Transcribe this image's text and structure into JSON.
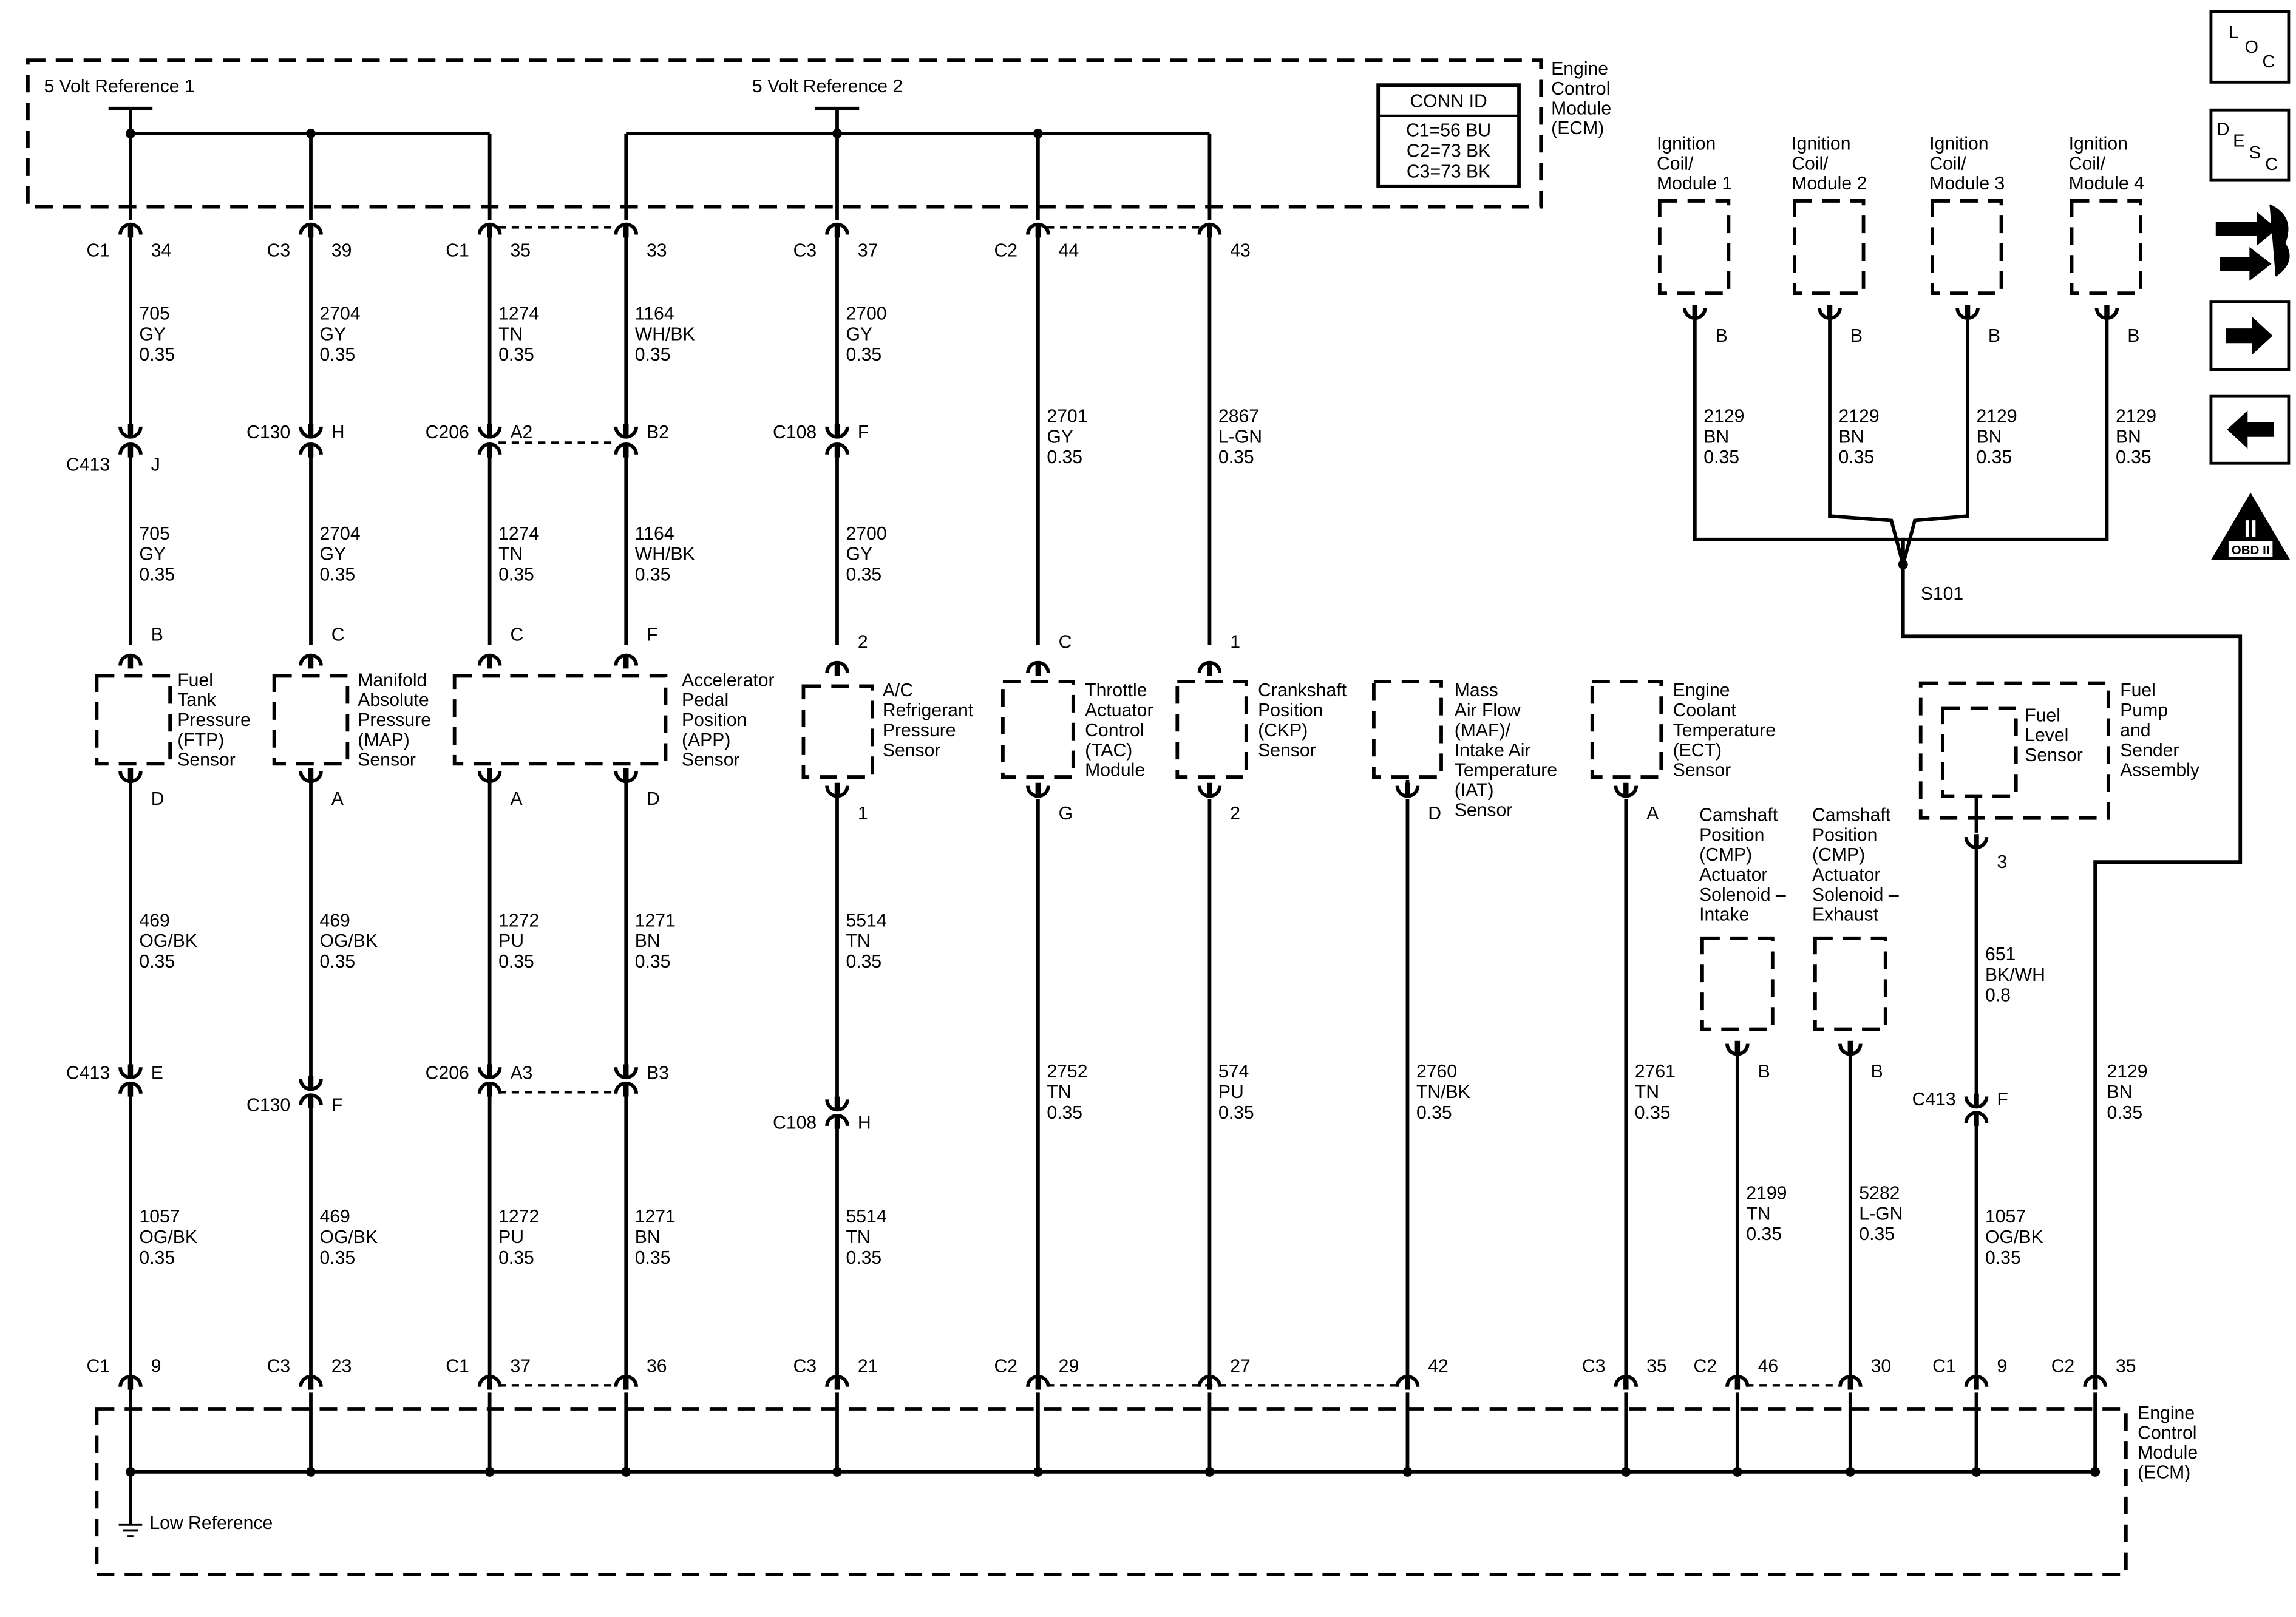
{
  "top_ecm": {
    "label_lines": [
      "Engine",
      "Control",
      "Module",
      "(ECM)"
    ],
    "ref1": "5 Volt Reference 1",
    "ref2": "5 Volt Reference 2",
    "conn_id": {
      "title": "CONN ID",
      "lines": [
        "C1=56 BU",
        "C2=73 BK",
        "C3=73 BK"
      ]
    }
  },
  "bottom_ecm": {
    "label_lines": [
      "Engine",
      "Control",
      "Module",
      "(ECM)"
    ],
    "low_reference": "Low Reference"
  },
  "top_pins": [
    {
      "conn": "C1",
      "pin": "34"
    },
    {
      "conn": "C3",
      "pin": "39"
    },
    {
      "conn": "C1",
      "pin": "35"
    },
    {
      "conn": "",
      "pin": "33"
    },
    {
      "conn": "C3",
      "pin": "37"
    },
    {
      "conn": "C2",
      "pin": "44"
    },
    {
      "conn": "",
      "pin": "43"
    }
  ],
  "upper_wires": [
    {
      "circuit": "705",
      "color": "GY",
      "gauge": "0.35"
    },
    {
      "circuit": "2704",
      "color": "GY",
      "gauge": "0.35"
    },
    {
      "circuit": "1274",
      "color": "TN",
      "gauge": "0.35"
    },
    {
      "circuit": "1164",
      "color": "WH/BK",
      "gauge": "0.35"
    },
    {
      "circuit": "2700",
      "color": "GY",
      "gauge": "0.35"
    },
    {
      "circuit": "2701",
      "color": "GY",
      "gauge": "0.35"
    },
    {
      "circuit": "2867",
      "color": "L-GN",
      "gauge": "0.35"
    }
  ],
  "inline_upper": [
    {
      "conn": "C413",
      "pin": "J"
    },
    {
      "conn": "C130",
      "pin": "H"
    },
    {
      "conn": "C206",
      "pin": "A2"
    },
    {
      "conn": "",
      "pin": "B2"
    },
    {
      "conn": "C108",
      "pin": "F"
    }
  ],
  "mid_wires": [
    {
      "circuit": "705",
      "color": "GY",
      "gauge": "0.35"
    },
    {
      "circuit": "2704",
      "color": "GY",
      "gauge": "0.35"
    },
    {
      "circuit": "1274",
      "color": "TN",
      "gauge": "0.35"
    },
    {
      "circuit": "1164",
      "color": "WH/BK",
      "gauge": "0.35"
    },
    {
      "circuit": "2700",
      "color": "GY",
      "gauge": "0.35"
    }
  ],
  "sensor_top_pins": [
    "B",
    "C",
    "C",
    "F",
    "2",
    "C",
    "1"
  ],
  "sensor_bottom_pins": [
    "D",
    "A",
    "A",
    "D",
    "1",
    "G",
    "2",
    "D",
    "A"
  ],
  "sensors": [
    {
      "lines": [
        "Fuel",
        "Tank",
        "Pressure",
        "(FTP)",
        "Sensor"
      ]
    },
    {
      "lines": [
        "Manifold",
        "Absolute",
        "Pressure",
        "(MAP)",
        "Sensor"
      ]
    },
    {
      "lines": [
        "Accelerator",
        "Pedal",
        "Position",
        "(APP)",
        "Sensor"
      ]
    },
    {
      "lines": [
        "A/C",
        "Refrigerant",
        "Pressure",
        "Sensor"
      ]
    },
    {
      "lines": [
        "Throttle",
        "Actuator",
        "Control",
        "(TAC)",
        "Module"
      ]
    },
    {
      "lines": [
        "Crankshaft",
        "Position",
        "(CKP)",
        "Sensor"
      ]
    },
    {
      "lines": [
        "Mass",
        "Air Flow",
        "(MAF)/",
        "Intake Air",
        "Temperature",
        "(IAT)",
        "Sensor"
      ]
    },
    {
      "lines": [
        "Engine",
        "Coolant",
        "Temperature",
        "(ECT)",
        "Sensor"
      ]
    }
  ],
  "lower_wires_a": [
    {
      "circuit": "469",
      "color": "OG/BK",
      "gauge": "0.35"
    },
    {
      "circuit": "469",
      "color": "OG/BK",
      "gauge": "0.35"
    },
    {
      "circuit": "1272",
      "color": "PU",
      "gauge": "0.35"
    },
    {
      "circuit": "1271",
      "color": "BN",
      "gauge": "0.35"
    },
    {
      "circuit": "5514",
      "color": "TN",
      "gauge": "0.35"
    }
  ],
  "inline_lower": [
    {
      "conn": "C413",
      "pin": "E"
    },
    {
      "conn": "C130",
      "pin": "F"
    },
    {
      "conn": "C206",
      "pin": "A3"
    },
    {
      "conn": "",
      "pin": "B3"
    },
    {
      "conn": "C108",
      "pin": "H"
    }
  ],
  "lower_wires_b": [
    {
      "circuit": "1057",
      "color": "OG/BK",
      "gauge": "0.35"
    },
    {
      "circuit": "469",
      "color": "OG/BK",
      "gauge": "0.35"
    },
    {
      "circuit": "1272",
      "color": "PU",
      "gauge": "0.35"
    },
    {
      "circuit": "1271",
      "color": "BN",
      "gauge": "0.35"
    },
    {
      "circuit": "5514",
      "color": "TN",
      "gauge": "0.35"
    }
  ],
  "long_wires": [
    {
      "circuit": "2752",
      "color": "TN",
      "gauge": "0.35"
    },
    {
      "circuit": "574",
      "color": "PU",
      "gauge": "0.35"
    },
    {
      "circuit": "2760",
      "color": "TN/BK",
      "gauge": "0.35"
    },
    {
      "circuit": "2761",
      "color": "TN",
      "gauge": "0.35"
    }
  ],
  "bottom_pins": [
    {
      "conn": "C1",
      "pin": "9"
    },
    {
      "conn": "C3",
      "pin": "23"
    },
    {
      "conn": "C1",
      "pin": "37"
    },
    {
      "conn": "",
      "pin": "36"
    },
    {
      "conn": "C3",
      "pin": "21"
    },
    {
      "conn": "C2",
      "pin": "29"
    },
    {
      "conn": "",
      "pin": "27"
    },
    {
      "conn": "",
      "pin": "42"
    },
    {
      "conn": "C3",
      "pin": "35"
    },
    {
      "conn": "C2",
      "pin": "46"
    },
    {
      "conn": "",
      "pin": "30"
    },
    {
      "conn": "C1",
      "pin": "9"
    },
    {
      "conn": "C2",
      "pin": "35"
    }
  ],
  "coils": [
    {
      "lines": [
        "Ignition",
        "Coil/",
        "Module 1"
      ],
      "pin": "B"
    },
    {
      "lines": [
        "Ignition",
        "Coil/",
        "Module 2"
      ],
      "pin": "B"
    },
    {
      "lines": [
        "Ignition",
        "Coil/",
        "Module 3"
      ],
      "pin": "B"
    },
    {
      "lines": [
        "Ignition",
        "Coil/",
        "Module 4"
      ],
      "pin": "B"
    }
  ],
  "coil_wire": {
    "circuit": "2129",
    "color": "BN",
    "gauge": "0.35"
  },
  "splice": "S101",
  "ecm_2129": {
    "circuit": "2129",
    "color": "BN",
    "gauge": "0.35"
  },
  "cmp_solenoids": [
    {
      "lines": [
        "Camshaft",
        "Position",
        "(CMP)",
        "Actuator",
        "Solenoid –",
        "Intake"
      ],
      "pin": "B",
      "wire": {
        "circuit": "2199",
        "color": "TN",
        "gauge": "0.35"
      }
    },
    {
      "lines": [
        "Camshaft",
        "Position",
        "(CMP)",
        "Actuator",
        "Solenoid –",
        "Exhaust"
      ],
      "pin": "B",
      "wire": {
        "circuit": "5282",
        "color": "L-GN",
        "gauge": "0.35"
      }
    }
  ],
  "fuel_pump": {
    "assembly_lines": [
      "Fuel",
      "Pump",
      "and",
      "Sender",
      "Assembly"
    ],
    "sensor_lines": [
      "Fuel",
      "Level",
      "Sensor"
    ],
    "pin": "3",
    "wire_upper": {
      "circuit": "651",
      "color": "BK/WH",
      "gauge": "0.8"
    },
    "inline": {
      "conn": "C413",
      "pin": "F"
    },
    "wire_lower": {
      "circuit": "1057",
      "color": "OG/BK",
      "gauge": "0.35"
    }
  },
  "side_icons": [
    {
      "name": "loc-icon",
      "letters": [
        "L",
        "O",
        "C"
      ]
    },
    {
      "name": "desc-icon",
      "letters": [
        "D",
        "E",
        "S",
        "C"
      ]
    },
    {
      "name": "connector-repair-icon"
    },
    {
      "name": "next-page-icon"
    },
    {
      "name": "previous-page-icon"
    },
    {
      "name": "obd-ii-icon",
      "numeral": "II",
      "text": "OBD II"
    }
  ]
}
